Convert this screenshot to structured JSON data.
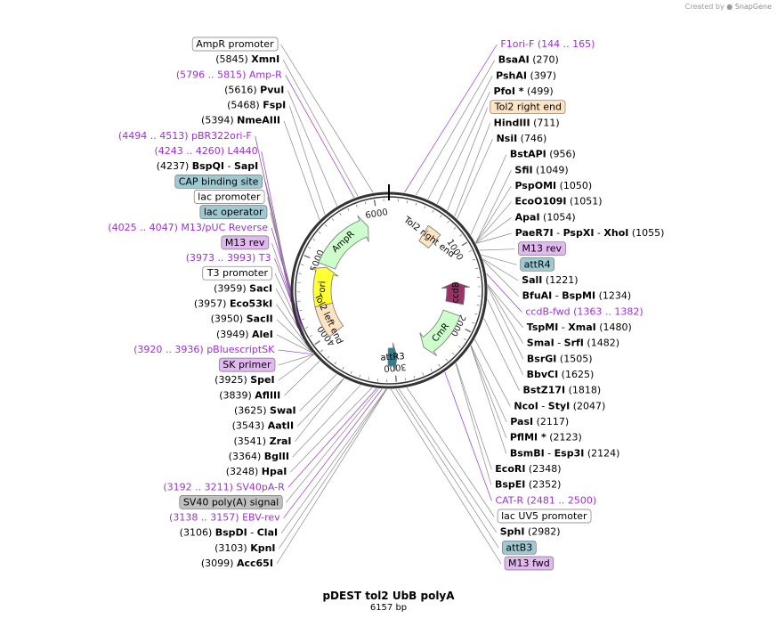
{
  "credit": {
    "prefix": "Created by",
    "brand": "SnapGene"
  },
  "plasmid": {
    "name": "pDEST tol2 UbB polyA",
    "length": "6157 bp",
    "total_bp": 6157
  },
  "ticks": [
    {
      "label": "1000",
      "bp": 1000
    },
    {
      "label": "2000",
      "bp": 2000
    },
    {
      "label": "3000",
      "bp": 3000
    },
    {
      "label": "4000",
      "bp": 4000
    },
    {
      "label": "5000",
      "bp": 5000
    },
    {
      "label": "6000",
      "bp": 6000
    }
  ],
  "features": [
    {
      "name": "AmpR",
      "start": 4987,
      "end": 5847,
      "direction": "cw",
      "color": "#ccffcc"
    },
    {
      "name": "ori",
      "start": 4375,
      "end": 4963,
      "direction": "cw",
      "color": "#ffff33"
    },
    {
      "name": "ccdB",
      "start": 1420,
      "end": 1723,
      "direction": "ccw",
      "color": "#993366"
    },
    {
      "name": "CmR",
      "start": 1880,
      "end": 2540,
      "direction": "cw",
      "color": "#ccffcc"
    },
    {
      "name": "Tol2 left end",
      "start": 3970,
      "end": 4400,
      "direction": "none",
      "color": "#ffe4c4"
    },
    {
      "name": "attR3",
      "start": 2960,
      "end": 3090,
      "direction": "ccw",
      "color": "#2f7f8f"
    },
    {
      "name": "Tol2 right end",
      "start": 536,
      "end": 735,
      "direction": "none",
      "color": "#ffe4c4"
    }
  ],
  "labels": [
    {
      "text": "AmpR promoter",
      "kind": "box",
      "box": "#ffffff",
      "color": "#000000",
      "bp": 6000
    },
    {
      "text": "F1ori-F",
      "range": "(144 .. 165)",
      "kind": "primer",
      "color": "#9933cc",
      "bp": 154
    },
    {
      "pos": "(5845)",
      "name": "XmnI",
      "kind": "site",
      "bp": 5845
    },
    {
      "name": "BsaAI",
      "pos": "(270)",
      "kind": "site",
      "bp": 270
    },
    {
      "text": "(5796 .. 5815)  Amp-R",
      "kind": "primer",
      "color": "#9933cc",
      "bp": 5805
    },
    {
      "name": "PshAI",
      "pos": "(397)",
      "kind": "site",
      "bp": 397
    },
    {
      "name": "PfoI *",
      "pos": "(499)",
      "kind": "site",
      "bp": 499
    },
    {
      "pos": "(5616)",
      "name": "PvuI",
      "kind": "site",
      "bp": 5616
    },
    {
      "text": "Tol2 right end",
      "kind": "box",
      "box": "#ffe4c4",
      "color": "#000000",
      "bp": 620
    },
    {
      "pos": "(5468)",
      "name": "FspI",
      "kind": "site",
      "bp": 5468
    },
    {
      "name": "HindIII",
      "pos": "(711)",
      "kind": "site",
      "bp": 711
    },
    {
      "pos": "(5394)",
      "name": "NmeAIII",
      "kind": "site",
      "bp": 5394
    },
    {
      "name": "NsiI",
      "pos": "(746)",
      "kind": "site",
      "bp": 746
    },
    {
      "text": "(4494 .. 4513)  pBR322ori-F",
      "kind": "primer",
      "color": "#9933cc",
      "bp": 4503
    },
    {
      "name": "BstAPI",
      "pos": "(956)",
      "kind": "site",
      "bp": 956
    },
    {
      "text": "(4243 .. 4260)  L4440",
      "kind": "primer",
      "color": "#9933cc",
      "bp": 4251
    },
    {
      "name": "SfiI",
      "pos": "(1049)",
      "kind": "site",
      "bp": 1049
    },
    {
      "name": "PspOMI",
      "pos": "(1050)",
      "kind": "site",
      "bp": 1050
    },
    {
      "pos": "(4237)",
      "name": "BspQI",
      "name2": "SapI",
      "kind": "site",
      "bp": 4237
    },
    {
      "name": "EcoO109I",
      "pos": "(1051)",
      "kind": "site",
      "bp": 1051
    },
    {
      "text": "CAP binding site",
      "kind": "box",
      "box": "#9ec9d3",
      "color": "#000000",
      "bp": 4150
    },
    {
      "name": "ApaI",
      "pos": "(1054)",
      "kind": "site",
      "bp": 1054
    },
    {
      "name": "PaeR7I",
      "name2": "PspXI",
      "name3": "XhoI",
      "pos": "(1055)",
      "kind": "site",
      "bp": 1055
    },
    {
      "text": "lac promoter",
      "kind": "box",
      "box": "#ffffff",
      "color": "#000000",
      "bp": 4110
    },
    {
      "text": "(4025 .. 4047)  M13/pUC Reverse",
      "kind": "primer",
      "color": "#9933cc",
      "bp": 4036
    },
    {
      "text": "M13 rev",
      "kind": "box",
      "box": "#e2b8f0",
      "color": "#000000",
      "bp": 1130
    },
    {
      "text": "lac operator",
      "kind": "box",
      "box": "#9ec9d3",
      "color": "#000000",
      "bp": 4060
    },
    {
      "text": "attR4",
      "kind": "box",
      "box": "#9ec9d3",
      "color": "#000000",
      "bp": 1180
    },
    {
      "text": "M13 rev",
      "kind": "box",
      "box": "#e2b8f0",
      "color": "#000000",
      "bp": 4030
    },
    {
      "name": "SalI",
      "pos": "(1221)",
      "kind": "site",
      "bp": 1221
    },
    {
      "name": "BfuAI",
      "name2": "BspMI",
      "pos": "(1234)",
      "kind": "site",
      "bp": 1234
    },
    {
      "text": "(3973 .. 3993)  T3",
      "kind": "primer",
      "color": "#9933cc",
      "bp": 3983
    },
    {
      "text": "ccdB-fwd",
      "range": "(1363 .. 1382)",
      "kind": "primer",
      "color": "#9933cc",
      "bp": 1372
    },
    {
      "text": "T3 promoter",
      "kind": "box",
      "box": "#ffffff",
      "color": "#000000",
      "bp": 3975
    },
    {
      "name": "TspMI",
      "name2": "XmaI",
      "pos": "(1480)",
      "kind": "site",
      "bp": 1480
    },
    {
      "pos": "(3959)",
      "name": "SacI",
      "kind": "site",
      "bp": 3959
    },
    {
      "name": "SmaI",
      "name2": "SrfI",
      "pos": "(1482)",
      "kind": "site",
      "bp": 1482
    },
    {
      "pos": "(3957)",
      "name": "Eco53kI",
      "kind": "site",
      "bp": 3957
    },
    {
      "name": "BsrGI",
      "pos": "(1505)",
      "kind": "site",
      "bp": 1505
    },
    {
      "pos": "(3950)",
      "name": "SacII",
      "kind": "site",
      "bp": 3950
    },
    {
      "name": "BbvCI",
      "pos": "(1625)",
      "kind": "site",
      "bp": 1625
    },
    {
      "pos": "(3949)",
      "name": "AleI",
      "kind": "site",
      "bp": 3949
    },
    {
      "name": "BstZ17I",
      "pos": "(1818)",
      "kind": "site",
      "bp": 1818
    },
    {
      "text": "(3920 .. 3936)  pBluescriptSK",
      "kind": "primer",
      "color": "#9933cc",
      "bp": 3928
    },
    {
      "text": "SK primer",
      "kind": "box",
      "box": "#e2b8f0",
      "color": "#000000",
      "bp": 3926
    },
    {
      "name": "NcoI",
      "name2": "StyI",
      "pos": "(2047)",
      "kind": "site",
      "bp": 2047
    },
    {
      "pos": "(3925)",
      "name": "SpeI",
      "kind": "site",
      "bp": 3925
    },
    {
      "name": "PasI",
      "pos": "(2117)",
      "kind": "site",
      "bp": 2117
    },
    {
      "pos": "(3839)",
      "name": "AflIII",
      "kind": "site",
      "bp": 3839
    },
    {
      "name": "PflMI *",
      "pos": "(2123)",
      "kind": "site",
      "bp": 2123
    },
    {
      "name": "BsmBI",
      "name2": "Esp3I",
      "pos": "(2124)",
      "kind": "site",
      "bp": 2124
    },
    {
      "pos": "(3625)",
      "name": "SwaI",
      "kind": "site",
      "bp": 3625
    },
    {
      "pos": "(3543)",
      "name": "AatII",
      "kind": "site",
      "bp": 3543
    },
    {
      "pos": "(3541)",
      "name": "ZraI",
      "kind": "site",
      "bp": 3541
    },
    {
      "name": "EcoRI",
      "pos": "(2348)",
      "kind": "site",
      "bp": 2348
    },
    {
      "name": "BspEI",
      "pos": "(2352)",
      "kind": "site",
      "bp": 2352
    },
    {
      "pos": "(3364)",
      "name": "BglII",
      "kind": "site",
      "bp": 3364
    },
    {
      "text": "CAT-R",
      "range": "(2481 .. 2500)",
      "kind": "primer",
      "color": "#9933cc",
      "bp": 2490
    },
    {
      "pos": "(3248)",
      "name": "HpaI",
      "kind": "site",
      "bp": 3248
    },
    {
      "text": "lac UV5 promoter",
      "kind": "box",
      "box": "#ffffff",
      "color": "#000000",
      "bp": 2900
    },
    {
      "text": "(3192 .. 3211)  SV40pA-R",
      "kind": "primer",
      "color": "#9933cc",
      "bp": 3201
    },
    {
      "name": "SphI",
      "pos": "(2982)",
      "kind": "site",
      "bp": 2982
    },
    {
      "text": "SV40 poly(A) signal",
      "kind": "box",
      "box": "#c0c0c0",
      "color": "#000000",
      "bp": 3180
    },
    {
      "text": "attB3",
      "kind": "box",
      "box": "#9ec9d3",
      "color": "#000000",
      "bp": 3010
    },
    {
      "text": "(3138 .. 3157)  EBV-rev",
      "kind": "primer",
      "color": "#9933cc",
      "bp": 3147
    },
    {
      "text": "M13 fwd",
      "kind": "box",
      "box": "#e2b8f0",
      "color": "#000000",
      "bp": 3060
    },
    {
      "pos": "(3106)",
      "name": "BspDI",
      "name2": "ClaI",
      "kind": "site",
      "bp": 3106
    },
    {
      "pos": "(3103)",
      "name": "KpnI",
      "kind": "site",
      "bp": 3103
    },
    {
      "name": "Acc65I",
      "pos": "(3099)",
      "kind": "site",
      "bp": 3099
    }
  ]
}
